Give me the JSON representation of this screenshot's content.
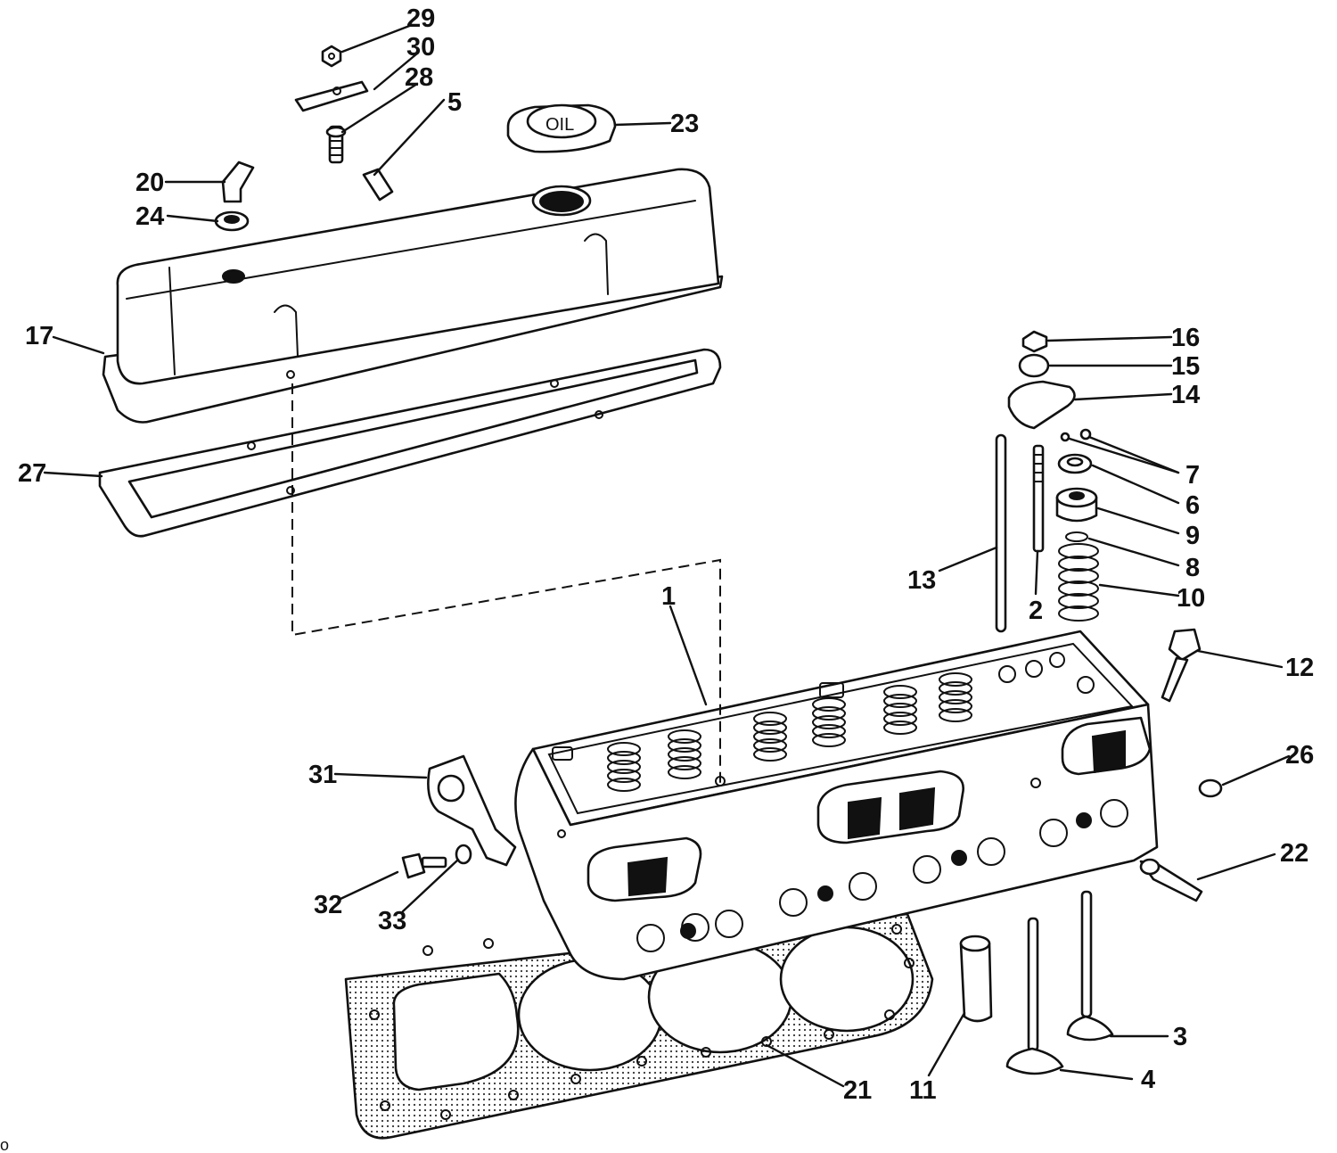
{
  "diagram": {
    "callouts": [
      "1",
      "2",
      "3",
      "4",
      "5",
      "6",
      "7",
      "8",
      "9",
      "10",
      "11",
      "12",
      "13",
      "14",
      "15",
      "16",
      "17",
      "20",
      "21",
      "22",
      "23",
      "24",
      "26",
      "27",
      "28",
      "29",
      "30",
      "31",
      "32",
      "33"
    ],
    "oil_cap_text": "OIL",
    "corner_mark": "o"
  }
}
